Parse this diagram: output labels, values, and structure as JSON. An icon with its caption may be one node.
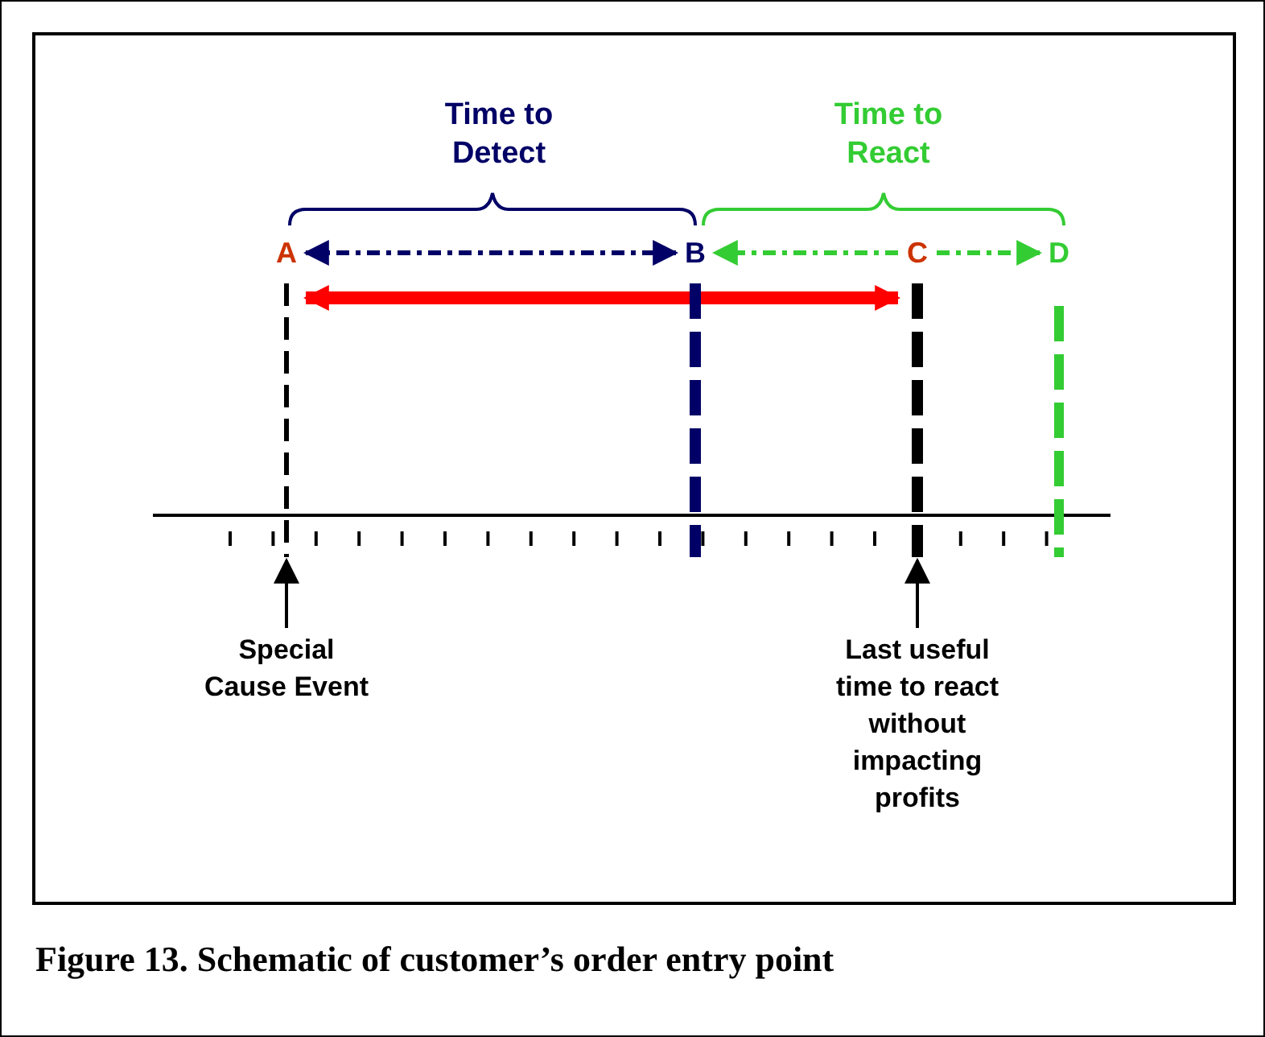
{
  "diagram": {
    "caption": "Figure 13. Schematic of customer’s order entry point",
    "nodes": [
      {
        "text": [
          "A"
        ]
      },
      {
        "text": [
          "B"
        ]
      },
      {
        "text": [
          "C"
        ]
      },
      {
        "text": [
          "D"
        ]
      },
      {
        "text": [
          "Special Cause Event"
        ]
      },
      {
        "text": [
          "Last useful time to react without impacting profits"
        ]
      }
    ],
    "edges": [
      {
        "from": 0,
        "to": 1,
        "arrow": "both",
        "style": "dashed",
        "color": "#000066"
      },
      {
        "from": 2,
        "to": 1,
        "arrow": "to",
        "style": "dashed",
        "color": "#33cc33"
      },
      {
        "from": 2,
        "to": 3,
        "arrow": "to",
        "style": "dashed",
        "color": "#33cc33"
      },
      {
        "from": 0,
        "to": 2,
        "arrow": "both",
        "style": "thick",
        "color": "#ff0000"
      },
      {
        "from": 4,
        "to": 0,
        "arrow": "to",
        "color": "#000000"
      },
      {
        "from": 5,
        "to": 2,
        "arrow": "to",
        "color": "#000000"
      }
    ],
    "labels": [
      "Time to Detect",
      "Time to React"
    ]
  }
}
